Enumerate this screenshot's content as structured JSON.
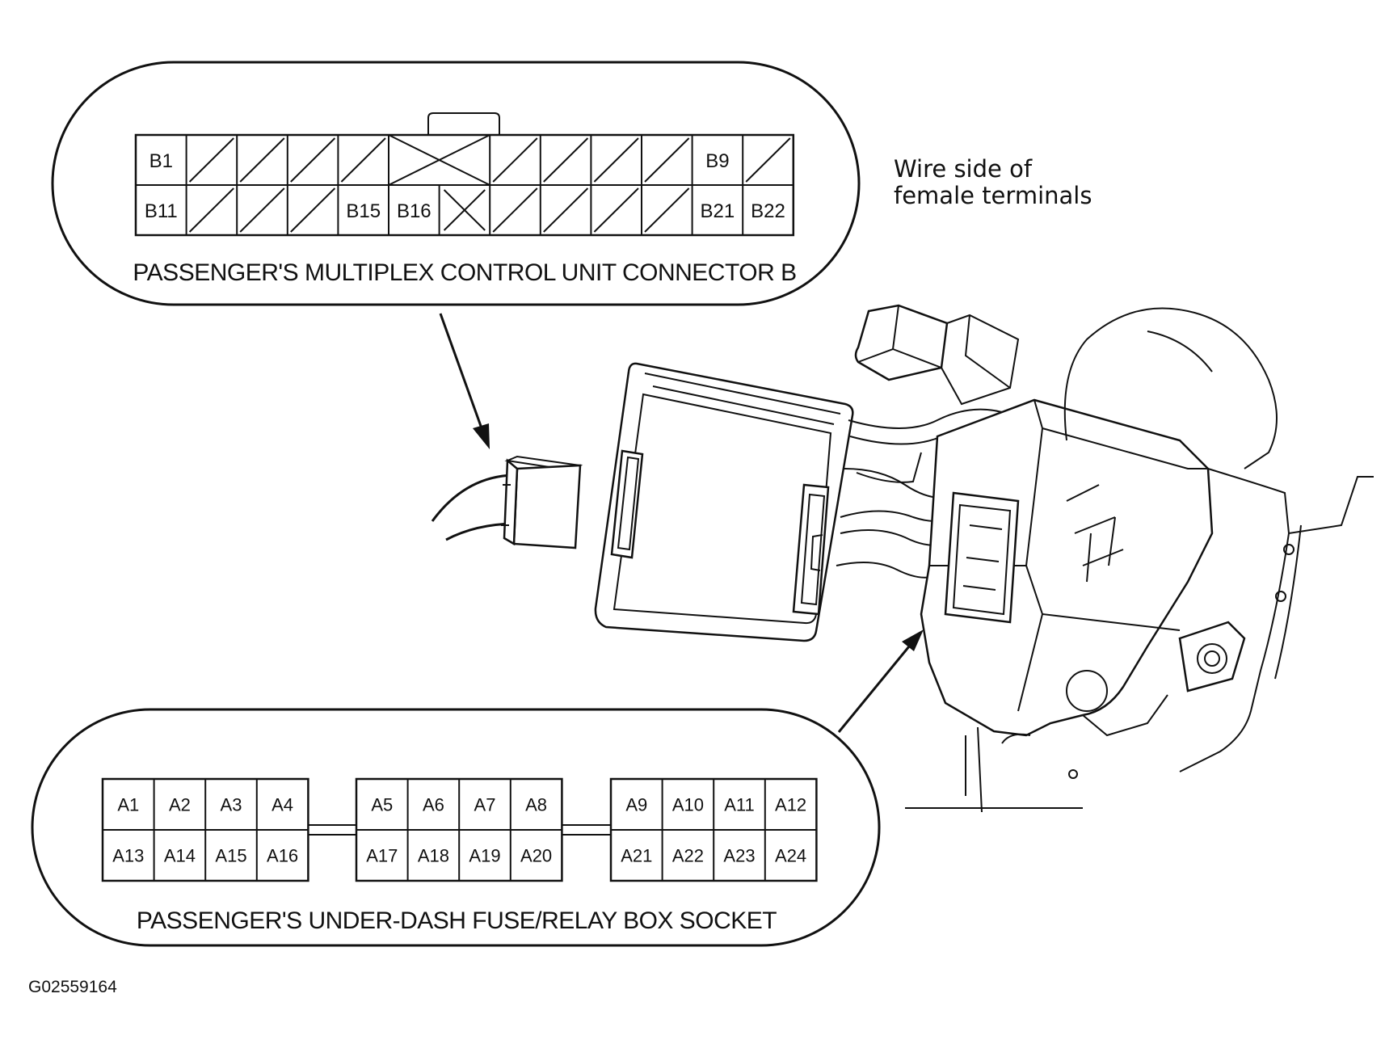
{
  "connector_b": {
    "caption": "PASSENGER'S MULTIPLEX CONTROL UNIT CONNECTOR B",
    "top_row": [
      {
        "label": "B1"
      },
      {
        "label": ""
      },
      {
        "label": ""
      },
      {
        "label": ""
      },
      {
        "label": ""
      },
      {
        "label": ""
      },
      {
        "label": ""
      },
      {
        "label": ""
      },
      {
        "label": ""
      },
      {
        "label": ""
      },
      {
        "label": ""
      },
      {
        "label": "B9"
      },
      {
        "label": ""
      }
    ],
    "bottom_row": [
      {
        "label": "B11"
      },
      {
        "label": ""
      },
      {
        "label": ""
      },
      {
        "label": ""
      },
      {
        "label": "B15"
      },
      {
        "label": "B16"
      },
      {
        "label": ""
      },
      {
        "label": ""
      },
      {
        "label": ""
      },
      {
        "label": ""
      },
      {
        "label": ""
      },
      {
        "label": "B21"
      },
      {
        "label": "B22"
      }
    ]
  },
  "socket_a": {
    "caption": "PASSENGER'S UNDER-DASH FUSE/RELAY BOX SOCKET",
    "groups": [
      {
        "top": [
          "A1",
          "A2",
          "A3",
          "A4"
        ],
        "bottom": [
          "A13",
          "A14",
          "A15",
          "A16"
        ]
      },
      {
        "top": [
          "A5",
          "A6",
          "A7",
          "A8"
        ],
        "bottom": [
          "A17",
          "A18",
          "A19",
          "A20"
        ]
      },
      {
        "top": [
          "A9",
          "A10",
          "A11",
          "A12"
        ],
        "bottom": [
          "A21",
          "A22",
          "A23",
          "A24"
        ]
      }
    ]
  },
  "note": {
    "line1": "Wire side of",
    "line2": "female terminals"
  },
  "figure_code": "G02559164"
}
